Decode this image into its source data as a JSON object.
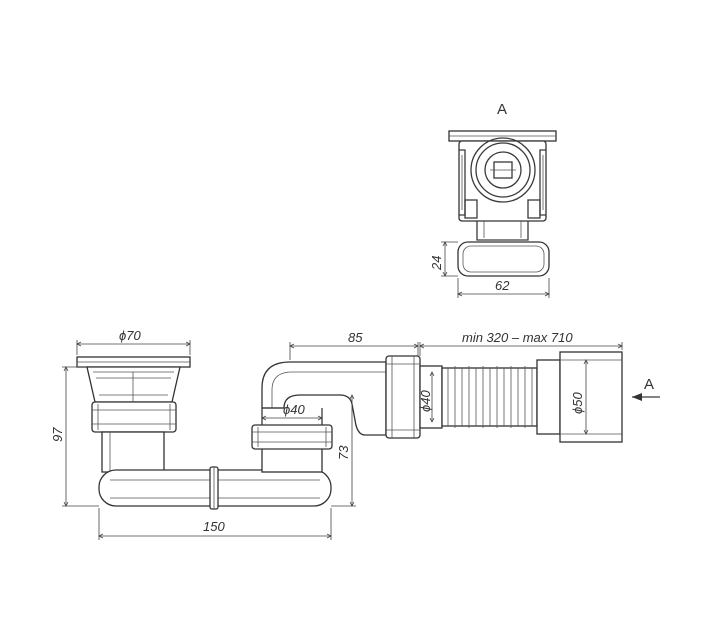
{
  "view_label": "A",
  "arrow_label": "A",
  "dimensions": {
    "top_height": "24",
    "top_width": "62",
    "drain_diameter": "ϕ70",
    "pipe_length": "85",
    "range": "min 320 – max 710",
    "total_height": "97",
    "inner_diameter_left": "ϕ40",
    "inner_diameter_right": "ϕ40",
    "outlet_diameter": "ϕ50",
    "trap_height": "73",
    "total_width": "150"
  }
}
